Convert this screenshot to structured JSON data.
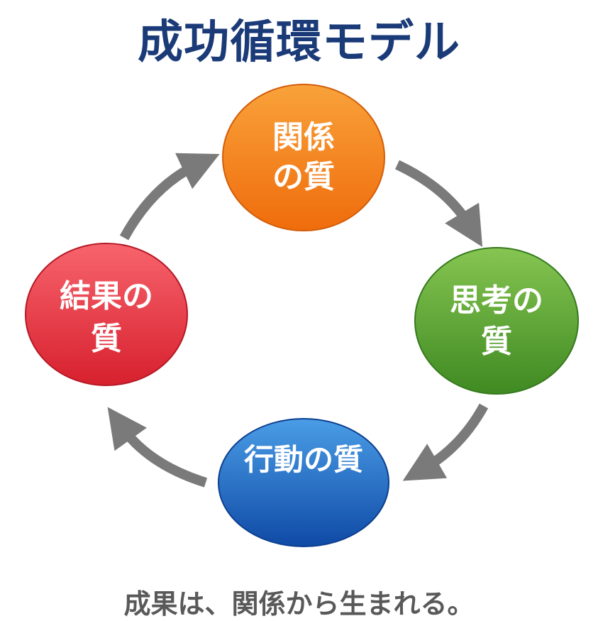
{
  "title": "成功循環モデル",
  "caption": "成果は、関係から生まれる。",
  "nodes": [
    {
      "id": "relationship",
      "line1": "関係",
      "line2": "の質",
      "color_top": "#f9a23a",
      "color_bottom": "#ef6c0c",
      "stroke": "#d35e0a"
    },
    {
      "id": "thinking",
      "line1": "思考の",
      "line2": "質",
      "color_top": "#86c552",
      "color_bottom": "#3f8a22",
      "stroke": "#377a1e"
    },
    {
      "id": "action",
      "line1": "行動の質",
      "line2": "",
      "color_top": "#4a9de6",
      "color_bottom": "#0f4aa6",
      "stroke": "#0d3f8f"
    },
    {
      "id": "result",
      "line1": "結果の",
      "line2": "質",
      "color_top": "#f7646d",
      "color_bottom": "#d7202e",
      "stroke": "#b51a26"
    }
  ],
  "arrow_color": "#7a7a7a"
}
